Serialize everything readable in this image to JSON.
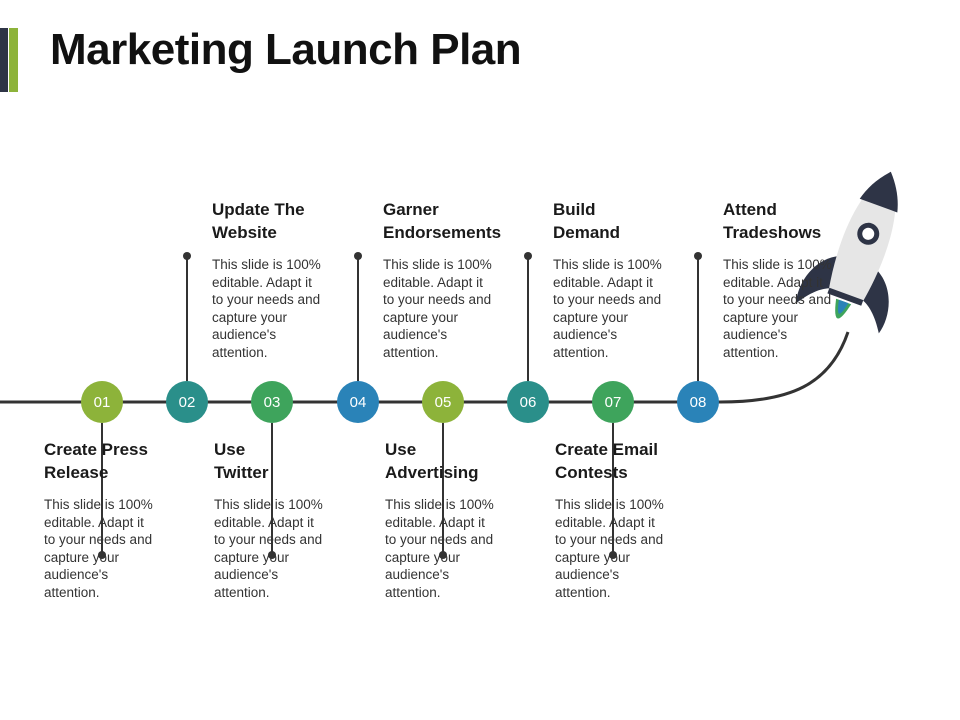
{
  "title": "Marketing Launch Plan",
  "colors": {
    "green": "#8db33a",
    "teal": "#2a8f8a",
    "blue": "#2a83b8",
    "leaf": "#3ea45c",
    "dark": "#2e3446",
    "line": "#333333",
    "rocket_body": "#e6e6e6"
  },
  "steps": [
    {
      "number": "01",
      "heading_1": "Create Press",
      "heading_2": "Release",
      "desc_lines": [
        "This slide is 100%",
        "editable. Adapt it",
        "to your needs and",
        "capture your",
        "audience's",
        "attention."
      ],
      "position": "below",
      "color": "green"
    },
    {
      "number": "02",
      "heading_1": "Update The",
      "heading_2": "Website",
      "desc_lines": [
        "This slide is 100%",
        "editable. Adapt it",
        "to your needs and",
        "capture your",
        "audience's",
        "attention."
      ],
      "position": "above",
      "color": "teal"
    },
    {
      "number": "03",
      "heading_1": "Use",
      "heading_2": "Twitter",
      "desc_lines": [
        "This slide is 100%",
        "editable. Adapt it",
        "to your needs and",
        "capture your",
        "audience's",
        "attention."
      ],
      "position": "below",
      "color": "leaf"
    },
    {
      "number": "04",
      "heading_1": "Garner",
      "heading_2": "Endorsements",
      "desc_lines": [
        "This slide is 100%",
        "editable. Adapt it",
        "to your needs and",
        "capture your",
        "audience's",
        "attention."
      ],
      "position": "above",
      "color": "blue"
    },
    {
      "number": "05",
      "heading_1": "Use",
      "heading_2": "Advertising",
      "desc_lines": [
        "This slide is 100%",
        "editable. Adapt it",
        "to your needs and",
        "capture your",
        "audience's",
        "attention."
      ],
      "position": "below",
      "color": "green"
    },
    {
      "number": "06",
      "heading_1": "Build",
      "heading_2": "Demand",
      "desc_lines": [
        "This slide is 100%",
        "editable. Adapt it",
        "to your needs and",
        "capture your",
        "audience's",
        "attention."
      ],
      "position": "above",
      "color": "teal"
    },
    {
      "number": "07",
      "heading_1": "Create Email",
      "heading_2": "Contests",
      "desc_lines": [
        "This slide is 100%",
        "editable. Adapt it",
        "to your needs and",
        "capture your",
        "audience's",
        "attention."
      ],
      "position": "below",
      "color": "leaf"
    },
    {
      "number": "08",
      "heading_1": "Attend",
      "heading_2": "Tradeshows",
      "desc_lines": [
        "This slide is 100%",
        "editable. Adapt it",
        "to your needs and",
        "capture your",
        "audience's",
        "attention."
      ],
      "position": "above",
      "color": "blue"
    }
  ],
  "icons": {
    "rocket": "rocket-icon"
  }
}
